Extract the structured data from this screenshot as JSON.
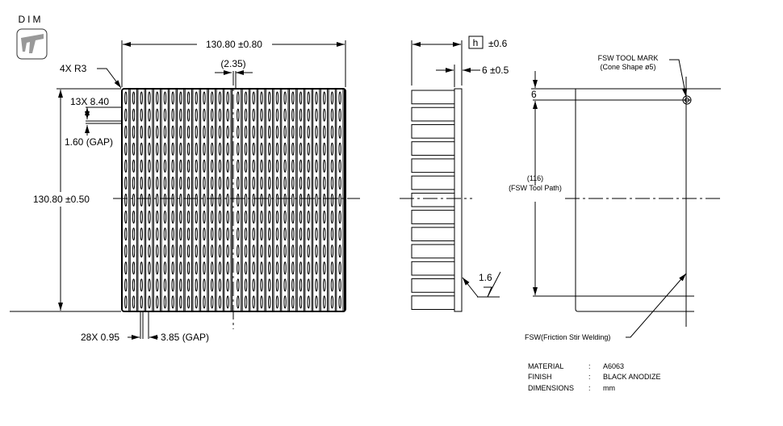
{
  "tool": {
    "label": "DIM",
    "icon": "caliper-icon"
  },
  "front_view": {
    "width_dim": "130.80 ±0.80",
    "corner_radius": "4X R3",
    "center_gap": "(2.35)",
    "fin_pitch_vertical": "13X 8.40",
    "vertical_gap": "1.60 (GAP)",
    "height_dim": "130.80 ±0.50",
    "fin_thickness": "28X 0.95",
    "horizontal_gap": "3.85 (GAP)",
    "fin_count": 28,
    "row_count": 13
  },
  "side_view": {
    "height_symbol": "h",
    "height_tol": "±0.6",
    "base_thickness": "6 ±0.5",
    "roughness": "1.6"
  },
  "weld_view": {
    "offset": "6",
    "tool_mark_title": "FSW TOOL MARK",
    "tool_mark_note": "(Cone Shape ø5)",
    "path_length": "(116)",
    "path_label": "(FSW Tool Path)",
    "weld_note": "FSW(Friction Stir Welding)"
  },
  "spec": {
    "rows": [
      {
        "key": "MATERIAL",
        "sep": ":",
        "value": "A6063"
      },
      {
        "key": "FINISH",
        "sep": ":",
        "value": "BLACK ANODIZE"
      },
      {
        "key": "DIMENSIONS",
        "sep": ":",
        "value": "mm"
      }
    ]
  }
}
